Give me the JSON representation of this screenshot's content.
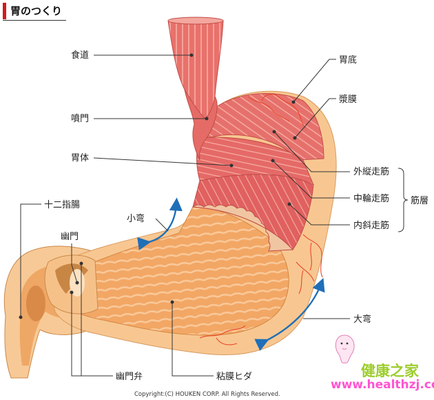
{
  "title": "胃のつくり",
  "labels": {
    "esophagus": "食道",
    "cardia": "噴門",
    "body": "胃体",
    "duodenum": "十二指腸",
    "lesser_curvature": "小弯",
    "pylorus": "幽門",
    "fundus": "胃底",
    "serosa": "漿膜",
    "outer_longitudinal": "外縦走筋",
    "middle_circular": "中輪走筋",
    "inner_oblique": "内斜走筋",
    "muscle_layer": "筋層",
    "greater_curvature": "大弯",
    "pyloric_valve": "幽門弁",
    "mucosal_folds": "粘膜ヒダ"
  },
  "copyright": "Copyright:(C) HOUKEN CORP. All Rights Reserved.",
  "watermark": {
    "cn": "健康之家",
    "url": "www.healthzj.com"
  },
  "colors": {
    "accent": "#d21a1a",
    "muscle": "#e8726e",
    "outer": "#f6c58c",
    "inner": "#f0a45e",
    "vessel": "#e8462b",
    "arrow": "#1f6fb8"
  }
}
